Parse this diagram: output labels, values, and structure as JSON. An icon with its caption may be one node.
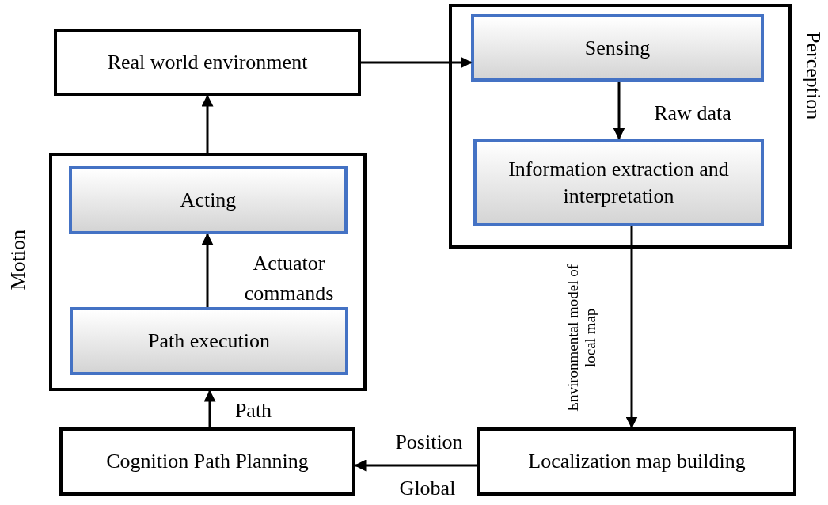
{
  "diagram": {
    "nodes": [
      {
        "text": [
          "Real world environment"
        ]
      },
      {
        "text": [
          "Perception"
        ]
      },
      {
        "text": [
          "Sensing"
        ],
        "in": 1
      },
      {
        "text": [
          "Information extraction and interpretation"
        ],
        "in": 1
      },
      {
        "text": [
          "Motion"
        ]
      },
      {
        "text": [
          "Acting"
        ],
        "in": 4
      },
      {
        "text": [
          "Path execution"
        ],
        "in": 4
      },
      {
        "text": [
          "Cognition Path Planning"
        ]
      },
      {
        "text": [
          "Localization map building"
        ]
      }
    ],
    "edges": [
      {
        "from": 0,
        "to": 2,
        "arrow": "to"
      },
      {
        "from": 2,
        "to": 3,
        "arrow": "to",
        "label": "Raw data"
      },
      {
        "from": 3,
        "to": 8,
        "arrow": "to",
        "label": "Environmental model of local map"
      },
      {
        "from": 8,
        "to": 7,
        "arrow": "to",
        "label": "Position"
      },
      {
        "from": 7,
        "to": 4,
        "arrow": "to",
        "label": "Path"
      },
      {
        "from": 6,
        "to": 5,
        "arrow": "to",
        "label": "Actuator commands"
      },
      {
        "from": 4,
        "to": 0,
        "arrow": "to"
      }
    ],
    "labels": [
      "Global"
    ]
  }
}
